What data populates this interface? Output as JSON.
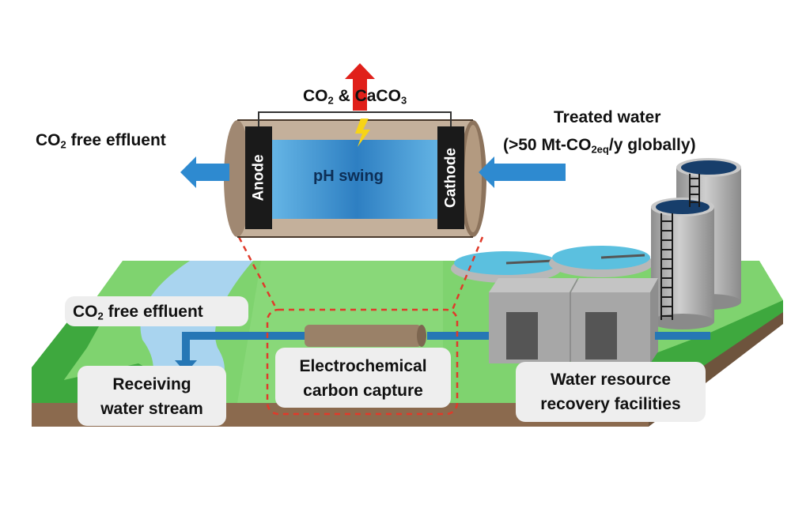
{
  "labels": {
    "top_product": {
      "main": "CO",
      "sub": "2",
      "middle": " & CaCO",
      "sub2": "3"
    },
    "effluent_top": {
      "main": "CO",
      "sub": "2",
      "rest": " free effluent"
    },
    "treated_water_line1": "Treated water",
    "treated_water_line2": {
      "before": "(>50 Mt-CO",
      "sub": "2eq",
      "after": "/y globally)"
    },
    "anode": "Anode",
    "cathode": "Cathode",
    "ph_swing": "pH swing",
    "effluent_ground": {
      "main": "CO",
      "sub": "2",
      "rest": " free effluent"
    },
    "capture_line1": "Electrochemical",
    "capture_line2": "carbon capture",
    "receiving_line1": "Receiving",
    "receiving_line2": "water stream",
    "facility_line1": "Water resource",
    "facility_line2": "recovery facilities"
  },
  "colors": {
    "cell_casing": "#a08872",
    "electrolyte": "#2f7fc0",
    "flow_arrow": "#2e8ad0",
    "product_arrow": "#e0201a",
    "spark": "#f7d417",
    "grass_light": "#7fd36f",
    "grass_dark": "#3ea83e",
    "soil": "#8b6a4e",
    "stream": "#a9d4ef",
    "building": "#a7a7a7",
    "callout_dash": "#e03a2a"
  }
}
